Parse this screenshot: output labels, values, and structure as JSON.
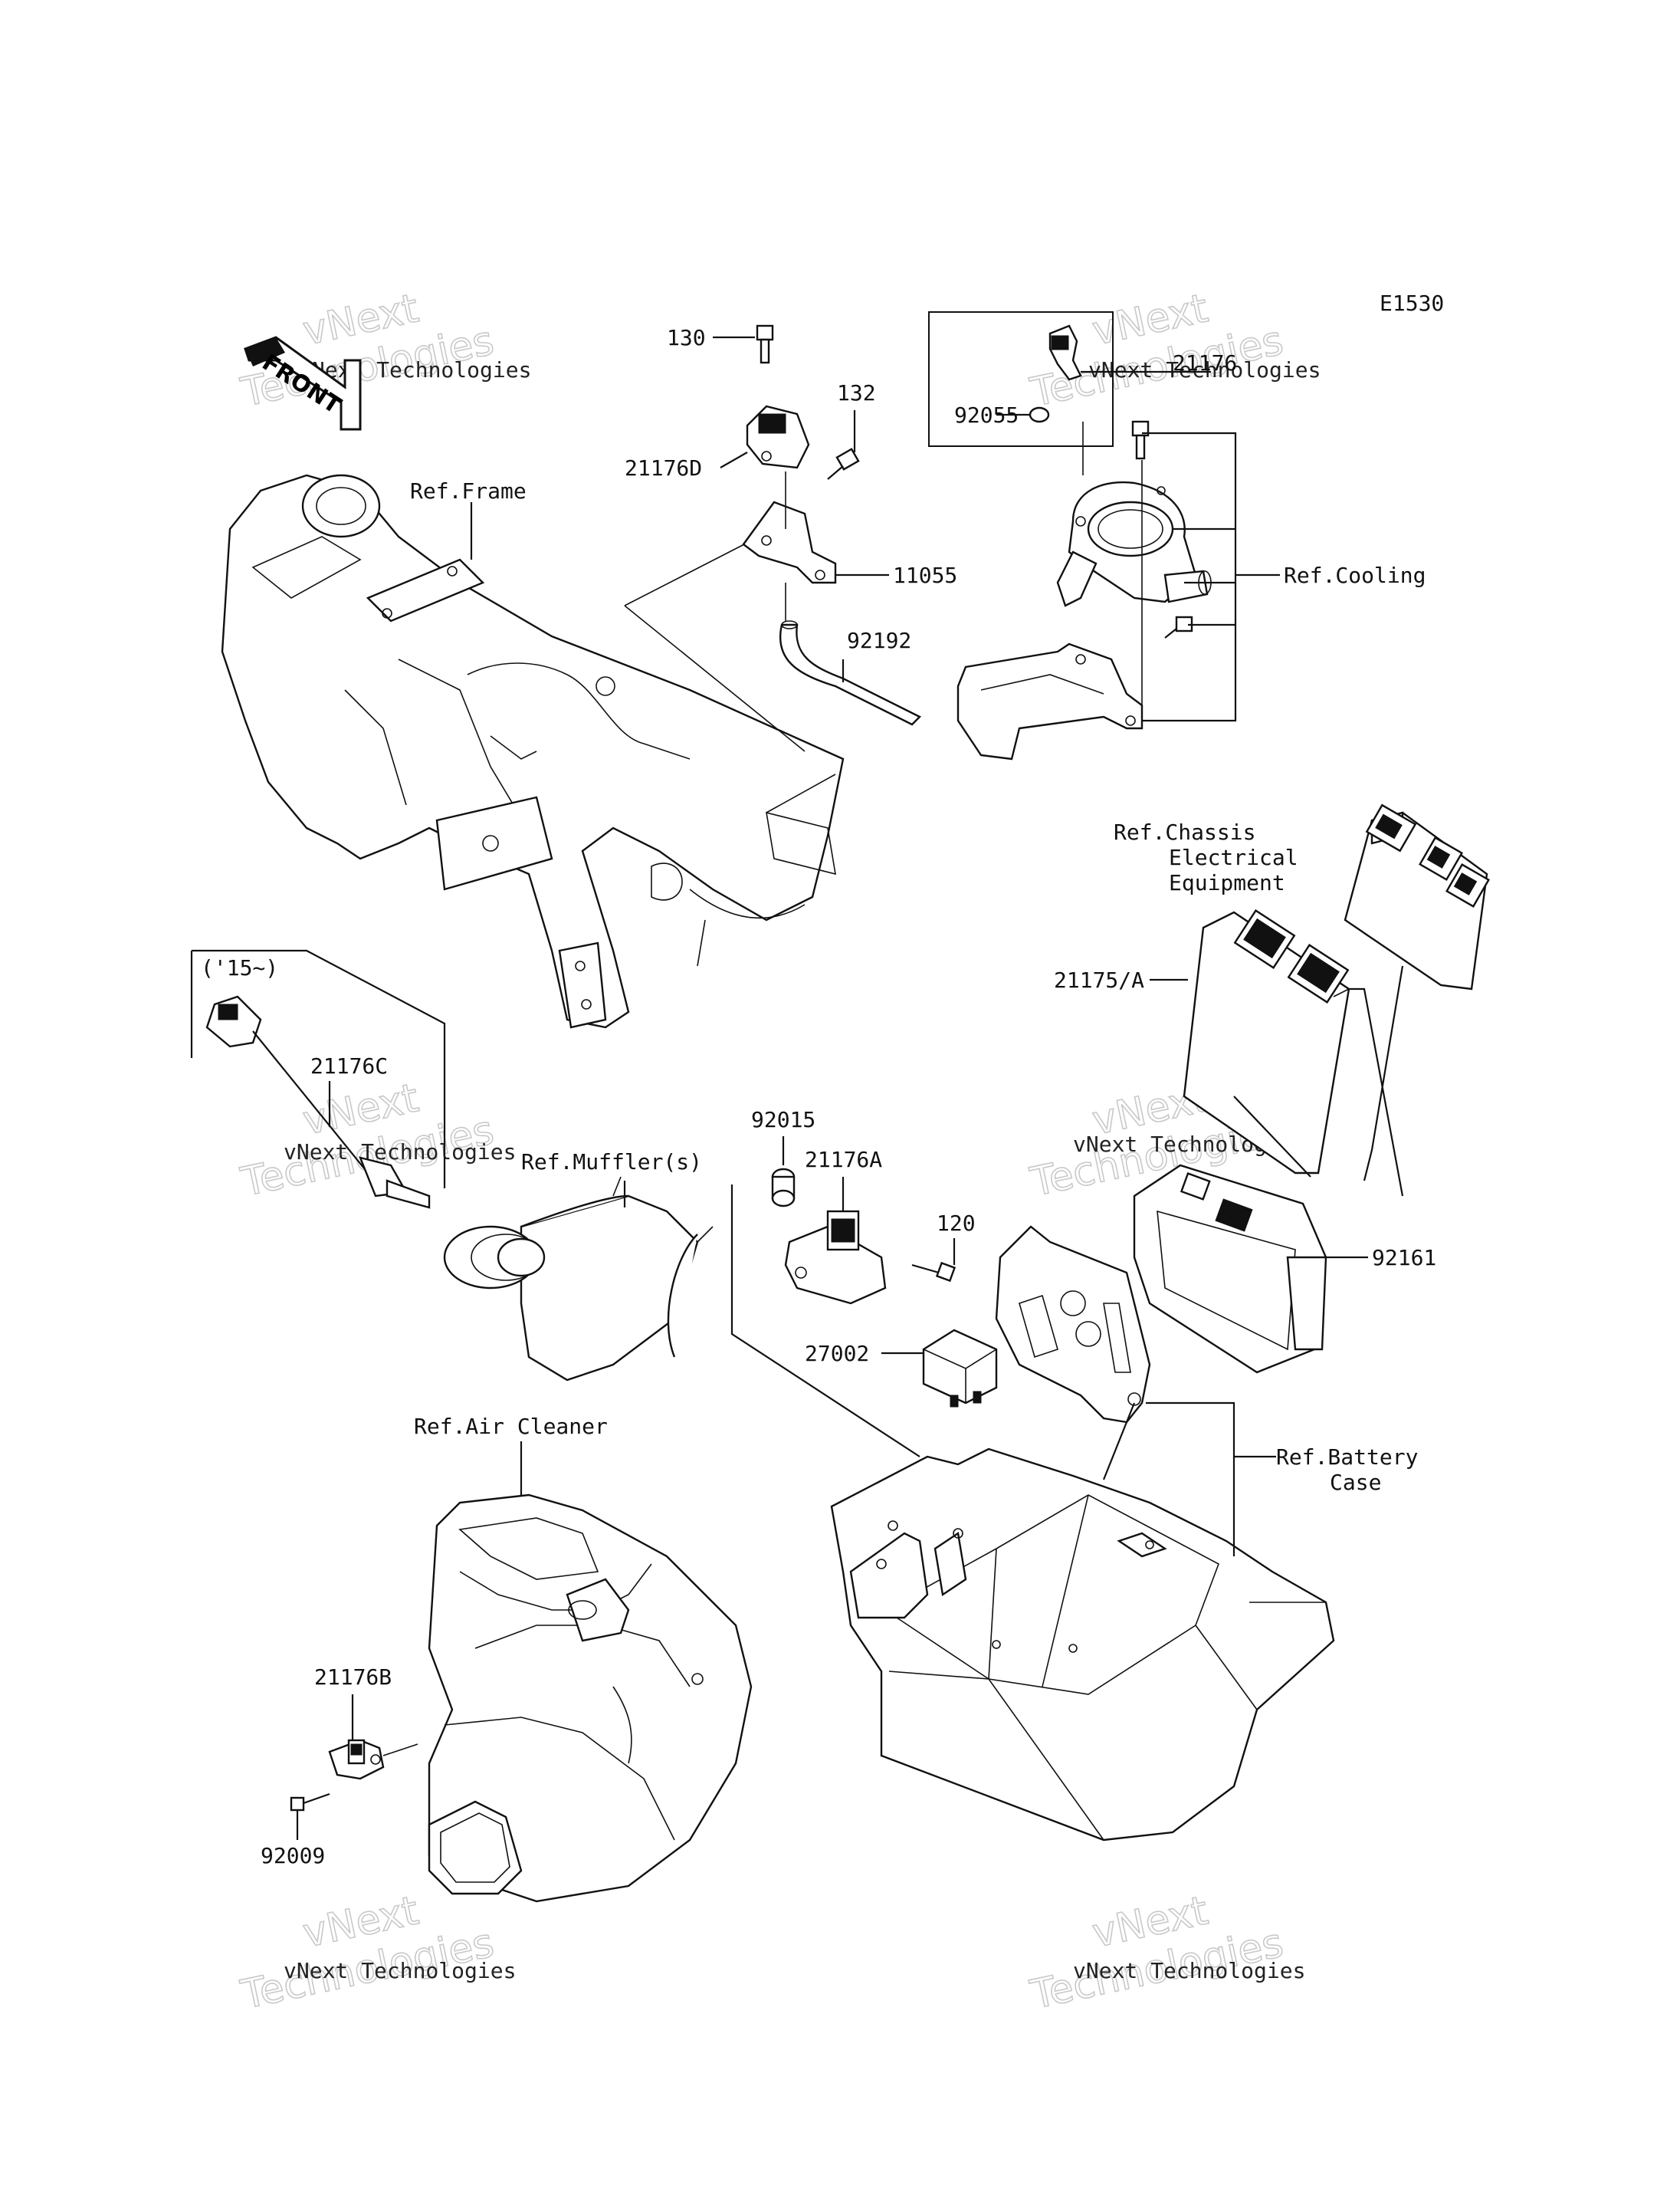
{
  "diagram_code": "E1530",
  "front_arrow_text": "FRONT",
  "labels": {
    "p130": "130",
    "p132": "132",
    "p21176D": "21176D",
    "p11055": "11055",
    "p92192": "92192",
    "ref_frame": "Ref.Frame",
    "p92055": "92055",
    "p21176": "21176",
    "ref_cooling": "Ref.Cooling",
    "ref_chassis_1": "Ref.Chassis",
    "ref_chassis_2": "Electrical",
    "ref_chassis_3": "Equipment",
    "p21175A": "21175/A",
    "year_note": "('15~)",
    "p21176C": "21176C",
    "ref_muffler": "Ref.Muffler(s)",
    "p92015": "92015",
    "p21176A": "21176A",
    "p120": "120",
    "p92161": "92161",
    "p27002": "27002",
    "ref_battery_1": "Ref.Battery",
    "ref_battery_2": "Case",
    "ref_air_cleaner": "Ref.Air Cleaner",
    "p21176B": "21176B",
    "p92009": "92009"
  },
  "watermark": {
    "line1": "vNext",
    "line2": "Technologies",
    "small": "vNext Technologies"
  }
}
